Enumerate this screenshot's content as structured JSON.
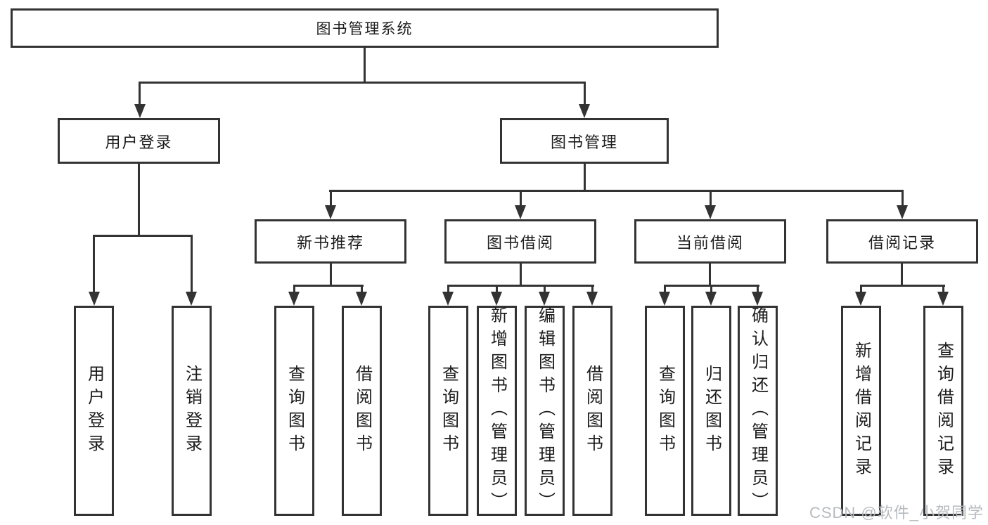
{
  "diagram": {
    "title": "图书管理系统",
    "colors": {
      "line": "#333333",
      "text": "#1c1c1c",
      "background": "#ffffff",
      "watermark": "#b6bbbf"
    },
    "root": {
      "label": "图书管理系统"
    },
    "branches": [
      {
        "label": "用户登录",
        "children": [
          {
            "label": "用户登录"
          },
          {
            "label": "注销登录"
          }
        ]
      },
      {
        "label": "图书管理",
        "children": [
          {
            "label": "新书推荐",
            "children": [
              {
                "label": "查询图书"
              },
              {
                "label": "借阅图书"
              }
            ]
          },
          {
            "label": "图书借阅",
            "children": [
              {
                "label": "查询图书"
              },
              {
                "label": "新增图书（管理员）"
              },
              {
                "label": "编辑图书（管理员）"
              },
              {
                "label": "借阅图书"
              }
            ]
          },
          {
            "label": "当前借阅",
            "children": [
              {
                "label": "查询图书"
              },
              {
                "label": "归还图书"
              },
              {
                "label": "确认归还（管理员）"
              }
            ]
          },
          {
            "label": "借阅记录",
            "children": [
              {
                "label": "新增借阅记录"
              },
              {
                "label": "查询借阅记录"
              }
            ]
          }
        ]
      }
    ],
    "watermark": {
      "text": "CSDN @软件_小贺同学"
    }
  }
}
